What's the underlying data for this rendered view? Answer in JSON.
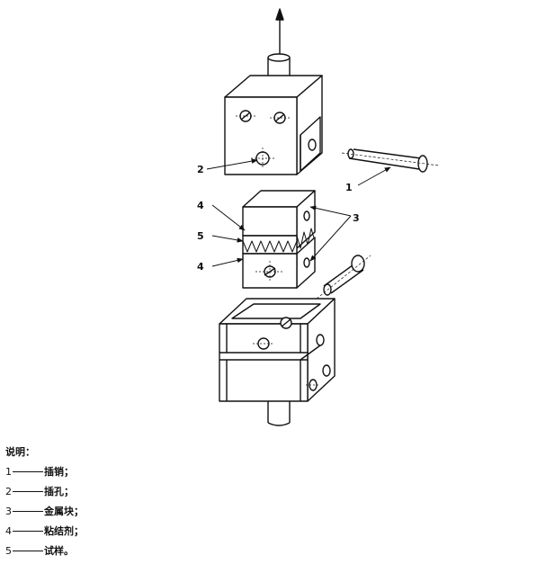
{
  "callouts": {
    "c1": "1",
    "c2": "2",
    "c3": "3",
    "c4a": "4",
    "c5": "5",
    "c4b": "4"
  },
  "legend": {
    "title": "说明：",
    "items": [
      {
        "num": "1",
        "text": "插销；"
      },
      {
        "num": "2",
        "text": "插孔；"
      },
      {
        "num": "3",
        "text": "金属块；"
      },
      {
        "num": "4",
        "text": "粘结剂；"
      },
      {
        "num": "5",
        "text": "试样。"
      }
    ]
  }
}
